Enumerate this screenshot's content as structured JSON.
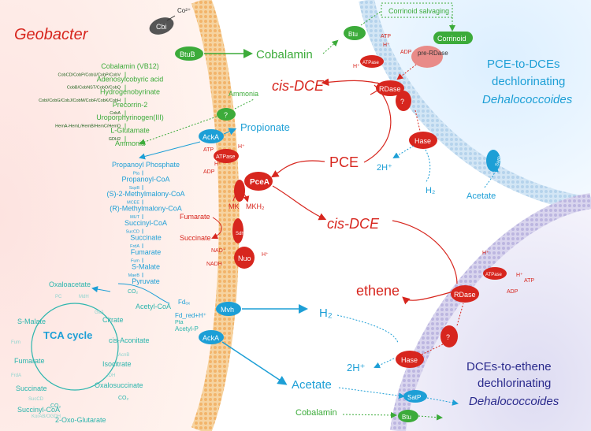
{
  "geobacter": {
    "title": "Geobacter",
    "cbi": "Cbi",
    "co": "Co²⁺",
    "btub": "BtuB",
    "cobalamin": "Cobalamin",
    "ammonia_out": "Ammonia",
    "question": "?",
    "acka_top": "AckA",
    "propionate": "Propionate",
    "atpase": "ATPase",
    "atp": "ATP",
    "adp": "ADP",
    "hplus": "H⁺",
    "pcea": "PceA",
    "mk": "MK",
    "mkh2": "MKH₂",
    "sdh": "Sdh",
    "nuo": "Nuo",
    "mvh": "Mvh",
    "acka_bottom": "AckA",
    "fd_ox": "Fdₒₓ",
    "fd_red": "Fd_red+H⁺",
    "tca_cycle": "TCA cycle"
  },
  "cobamide_pathway": [
    {
      "enzyme": "",
      "product": "Cobalamin (VB12)"
    },
    {
      "enzyme": "CobCD/CobP/CobU/CobP/CobV",
      "product": "Adenosylcobyric acid"
    },
    {
      "enzyme": "CobB/CobNST/CobO/CobQ",
      "product": "Hydrogenobyrinate"
    },
    {
      "enzyme": "CobI/CobG/CobJ/CobM/CobF/CobK/CobH",
      "product": "Precorrin-2"
    },
    {
      "enzyme": "CobA",
      "product": "Uroporphyrinogen(III)"
    },
    {
      "enzyme": "HemA-HemL/HemB/HemC/HemD",
      "product": "L-Glutamate"
    },
    {
      "enzyme": "GDH2",
      "product": "Ammonia"
    }
  ],
  "propionate_pathway": [
    {
      "enzyme": "",
      "product": "Propanoyl Phosphate"
    },
    {
      "enzyme": "Pta",
      "product": "Propanoyl-CoA"
    },
    {
      "enzyme": "ScpB",
      "product": "(S)-2-Methylmalony-CoA"
    },
    {
      "enzyme": "MCEE",
      "product": "(R)-Methylmalony-CoA"
    },
    {
      "enzyme": "MUT",
      "product": "Succinyl-CoA"
    },
    {
      "enzyme": "SucCD",
      "product": "Succinate"
    },
    {
      "enzyme": "FrdA",
      "product": "Fumarate"
    },
    {
      "enzyme": "Fum",
      "product": "S-Malate"
    },
    {
      "enzyme": "MaeB",
      "product": "Pyruvate"
    }
  ],
  "tca": {
    "oxaloacetate": "Oxaloacetate",
    "malate": "S-Malate",
    "fumarate": "Fumarate",
    "succinate": "Succinate",
    "succinyl_coa": "Succinyl-CoA",
    "oxoglutarate": "2-Oxo-Glutarate",
    "oxalosuccinate": "Oxalosuccinate",
    "isocitrate": "Isocitrate",
    "cis_aconitate": "cis-Aconitate",
    "citrate": "Citrate",
    "acetyl_coa": "Acetyl-CoA",
    "acetyl_p": "Acetyl-P",
    "co2": "CO₂",
    "pc": "PC",
    "mdh": "MdH",
    "gltA": "GltA",
    "acnB": "AcnB",
    "idh": "IDH",
    "kordh": "KorAB/OGDH",
    "succd": "SucCD",
    "frdA": "FrdA",
    "fum": "Fum",
    "pta": "Pta"
  },
  "dhc_top": {
    "title_line1": "PCE-to-DCEs",
    "title_line2": "dechlorinating",
    "title_line3": "Dehalococcoides",
    "corrinoid_salvaging": "Corrinoid salvaging",
    "corrinoid": "Corrinoid",
    "btu": "Btu",
    "atpase": "ATPase",
    "atp": "ATP",
    "adp": "ADP",
    "h": "H⁺",
    "pre_rdase": "pre-RDase",
    "rdase": "RDase",
    "question": "?",
    "hase": "Hase",
    "satp": "SatP",
    "acetate": "Acetate",
    "h2": "H₂",
    "two_h": "2H⁺"
  },
  "middle": {
    "cis_dce_top": "cis-DCE",
    "pce": "PCE",
    "cis_dce_mid": "cis-DCE",
    "ethene": "ethene",
    "fumarate": "Fumarate",
    "succinate": "Succinate",
    "nad": "NAD⁺",
    "nadh": "NADH",
    "h2": "H₂",
    "two_h": "2H⁺",
    "acetate": "Acetate",
    "cobalamin": "Cobalamin"
  },
  "dhc_bottom": {
    "title_line1": "DCEs-to-ethene",
    "title_line2": "dechlorinating",
    "title_line3": "Dehalococcoides",
    "rdase": "RDase",
    "atpase": "ATPase",
    "atp": "ATP",
    "adp": "ADP",
    "h": "H⁺",
    "question": "?",
    "hase": "Hase",
    "satp": "SatP",
    "btu": "Btu"
  },
  "colors": {
    "geobacter_red": "#d7261e",
    "green": "#3cab3a",
    "blue": "#1d9fd6",
    "navy": "#2a2a8c",
    "teal": "#2bb5ad"
  }
}
